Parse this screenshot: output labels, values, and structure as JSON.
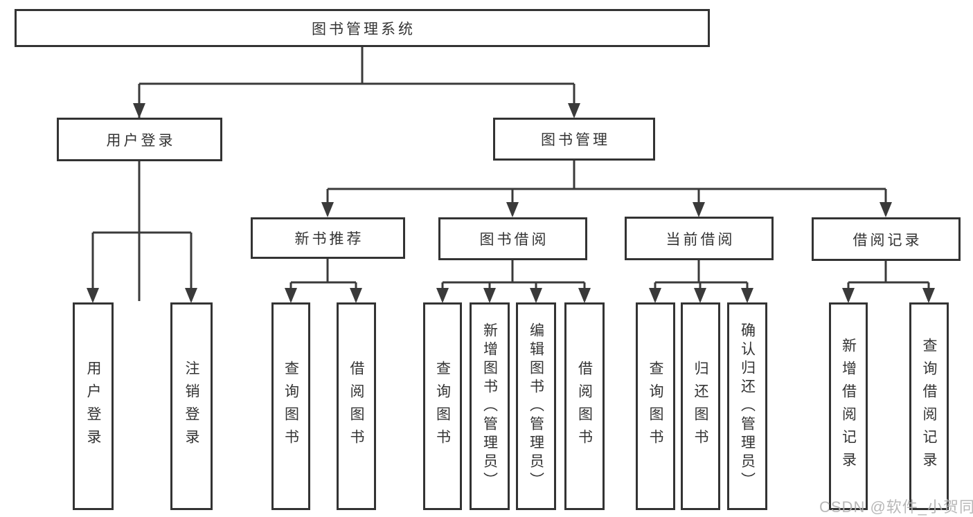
{
  "diagram_title": "图书管理系统",
  "nodes": {
    "root": "图书管理系统",
    "user_login": "用户登录",
    "book_management": "图书管理",
    "new_book_recommend": "新书推荐",
    "book_borrow": "图书借阅",
    "current_borrow": "当前借阅",
    "borrow_records": "借阅记录",
    "leaf_user_login": "用户登录",
    "leaf_logout": "注销登录",
    "leaf_query_books_1": "查询图书",
    "leaf_borrow_books_1": "借阅图书",
    "leaf_query_books_2": "查询图书",
    "leaf_add_books": "新增图书（管理员）",
    "leaf_edit_books": "编辑图书（管理员）",
    "leaf_borrow_books_2": "借阅图书",
    "leaf_query_books_3": "查询图书",
    "leaf_return_books": "归还图书",
    "leaf_confirm_return": "确认归还（管理员）",
    "leaf_add_borrow_record": "新增借阅记录",
    "leaf_query_borrow_record": "查询借阅记录"
  },
  "watermark": "CSDN @软件_小贺同学",
  "colors": {
    "line": "#3a3a3a",
    "box_border": "#333333",
    "text": "#333333",
    "background": "#ffffff",
    "watermark": "#b3b2b2"
  }
}
